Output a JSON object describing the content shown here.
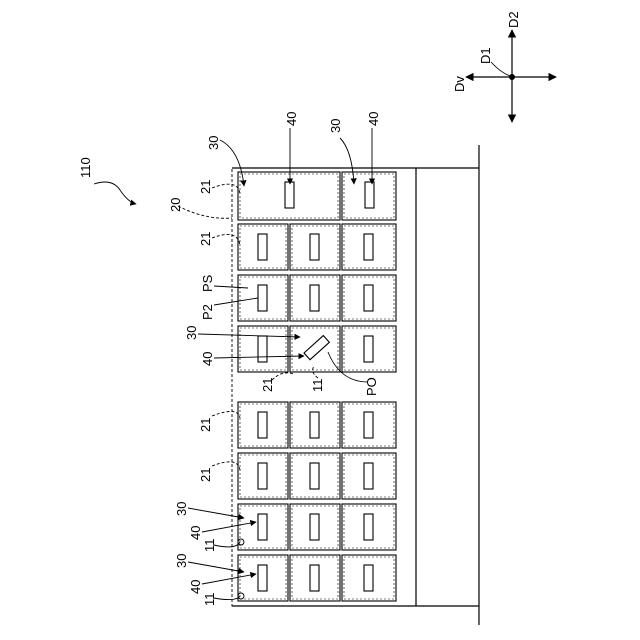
{
  "figure": {
    "label_110": "110",
    "label_20": "20",
    "label_21": "21",
    "label_30": "30",
    "label_40": "40",
    "label_11": "11",
    "label_PS": "PS",
    "label_P2": "P2",
    "label_PO": "PO"
  },
  "axes": {
    "d1": "D1",
    "d2": "D2",
    "dv": "Dv"
  }
}
